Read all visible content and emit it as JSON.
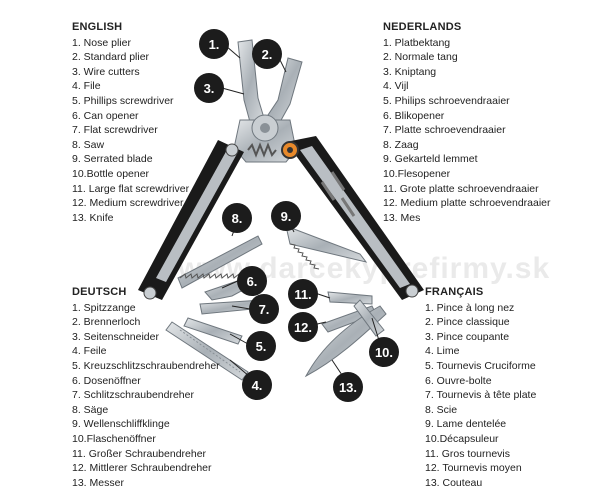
{
  "watermark": "www.darcekyprefirmy.sk",
  "languages": {
    "english": {
      "heading": "ENGLISH",
      "items": [
        "1. Nose plier",
        "2. Standard plier",
        "3. Wire cutters",
        "4. File",
        "5. Phillips screwdriver",
        "6. Can opener",
        "7. Flat screwdriver",
        "8. Saw",
        "9. Serrated blade",
        "10.Bottle opener",
        "11. Large flat screwdriver",
        "12. Medium screwdriver",
        "13. Knife"
      ]
    },
    "nederlands": {
      "heading": "NEDERLANDS",
      "items": [
        "1. Platbektang",
        "2. Normale tang",
        "3. Kniptang",
        "4. Vijl",
        "5. Philips schroevendraaier",
        "6. Blikopener",
        "7. Platte schroevendraaier",
        "8. Zaag",
        "9. Gekarteld lemmet",
        "10.Flesopener",
        "11. Grote platte schroevendraaier",
        "12. Medium platte schroevendraaier",
        "13. Mes"
      ]
    },
    "deutsch": {
      "heading": "DEUTSCH",
      "items": [
        "1. Spitzzange",
        "2. Brennerloch",
        "3. Seitenschneider",
        "4. Feile",
        "5. Kreuzschlitzschraubendreher",
        "6. Dosenöffner",
        "7. Schlitzschraubendreher",
        "8. Säge",
        "9. Wellenschliffklinge",
        "10.Flaschenöffner",
        "11. Großer Schraubendreher",
        "12. Mittlerer Schraubendreher",
        "13. Messer"
      ]
    },
    "francais": {
      "heading": "FRANÇAIS",
      "items": [
        "1. Pince à long nez",
        "2. Pince classique",
        "3. Pince coupante",
        "4. Lime",
        "5. Tournevis Cruciforme",
        "6. Ouvre-bolte",
        "7. Tournevis à tête plate",
        "8. Scie",
        "9. Lame dentelée",
        "10.Décapsuleur",
        "11. Gros tournevis",
        "12. Tournevis moyen",
        "13. Couteau"
      ]
    }
  },
  "badges": [
    "1.",
    "2.",
    "3.",
    "4.",
    "5.",
    "6.",
    "7.",
    "8.",
    "9.",
    "10.",
    "11.",
    "12.",
    "13."
  ],
  "colors": {
    "handle": "#1a1a1a",
    "steel": "#b9bec3",
    "steel_dark": "#7d858c",
    "pivot_accent": "#e8892a",
    "badge": "#1c1c1c"
  }
}
